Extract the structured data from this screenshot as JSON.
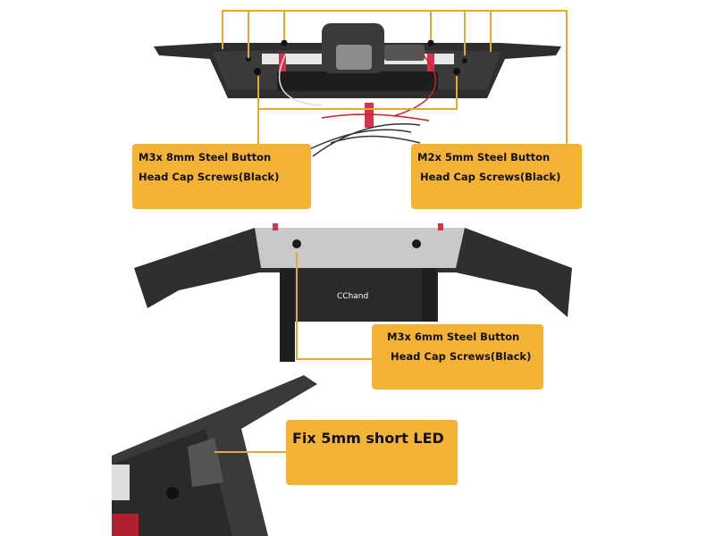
{
  "callouts": [
    {
      "line1": "M3x 8mm Steel Button",
      "line2": "Head Cap Screws(Black)"
    },
    {
      "line1": "M2x 5mm Steel Button",
      "line2": "Head Cap Screws(Black)"
    },
    {
      "line1": "M3x 6mm Steel Button",
      "line2": "Head Cap Screws(Black)"
    },
    {
      "line1": "Fix 5mm short LED"
    }
  ],
  "brand_logo": "CChand",
  "colors": {
    "callout": "#f5b335",
    "leader": "#e8a92a",
    "bumper": "#2b2b2d",
    "plate": "#c9c9cb"
  }
}
